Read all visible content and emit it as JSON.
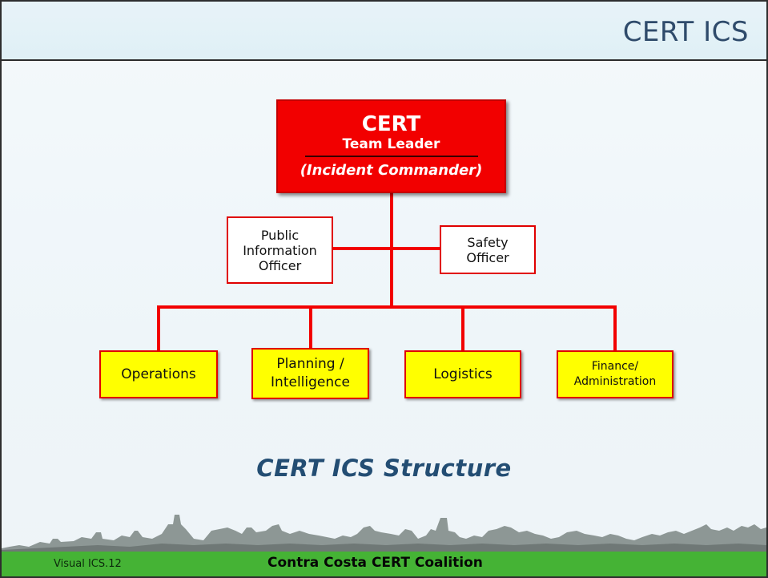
{
  "slide": {
    "title": "CERT ICS",
    "caption": "CERT ICS Structure"
  },
  "org_chart": {
    "commander": {
      "title": "CERT",
      "subtitle": "Team Leader",
      "role": "(Incident Commander)"
    },
    "command_staff": [
      {
        "id": "pio",
        "lines": [
          "Public",
          "Information",
          "Officer"
        ]
      },
      {
        "id": "safety",
        "lines": [
          "Safety",
          "Officer"
        ]
      }
    ],
    "sections": [
      {
        "id": "operations",
        "lines": [
          "Operations"
        ]
      },
      {
        "id": "planning",
        "lines": [
          "Planning /",
          "Intelligence"
        ]
      },
      {
        "id": "logistics",
        "lines": [
          "Logistics"
        ]
      },
      {
        "id": "finance",
        "lines": [
          "Finance/",
          "Administration"
        ]
      }
    ]
  },
  "footer": {
    "slide_id": "Visual ICS.12",
    "organization": "Contra Costa CERT Coalition"
  },
  "colors": {
    "commander_fill": "#f20000",
    "section_fill": "#ffff00",
    "connector": "#f20000",
    "footer_band": "#45b335",
    "caption": "#234d73"
  }
}
